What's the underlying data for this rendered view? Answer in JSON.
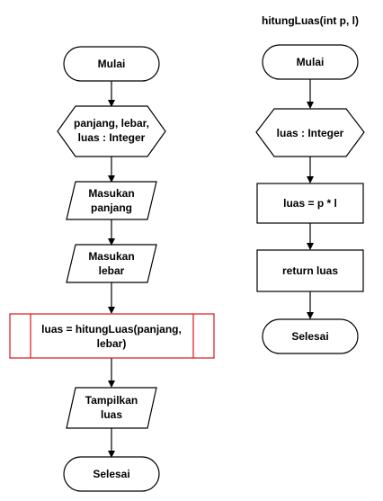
{
  "left_flow": {
    "start": "Mulai",
    "declare": [
      "panjang, lebar,",
      "luas : Integer"
    ],
    "input_panjang": [
      "Masukan",
      "panjang"
    ],
    "input_lebar": [
      "Masukan",
      "lebar"
    ],
    "call_function": [
      "luas = hitungLuas(panjang,",
      "lebar)"
    ],
    "output_luas": [
      "Tampilkan",
      "luas"
    ],
    "end": "Selesai"
  },
  "right_flow": {
    "title": "hitungLuas(int p, l)",
    "start": "Mulai",
    "declare": "luas : Integer",
    "assign": "luas = p * l",
    "return": "return luas",
    "end": "Selesai"
  },
  "colors": {
    "stroke": "#000000",
    "fill": "#ffffff",
    "highlight": "#d9141b"
  }
}
